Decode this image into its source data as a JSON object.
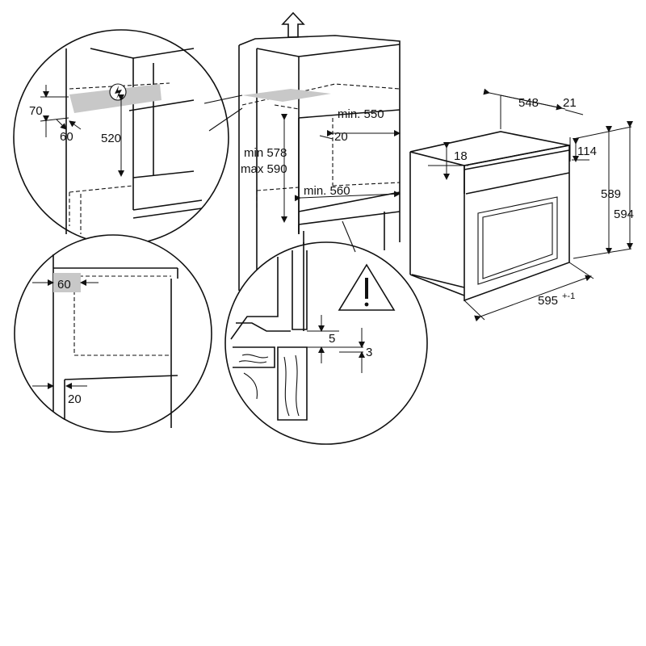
{
  "installation_diagram": {
    "labels": {
      "cab_min_550": "min. 550",
      "cab_20": "20",
      "cab_height_min": "min 578",
      "cab_height_max": "max 590",
      "cab_min_560": "min. 560",
      "oven_depth": "548",
      "oven_21": "21",
      "oven_18": "18",
      "oven_114": "114",
      "oven_height_589": "589",
      "oven_height_594": "594",
      "oven_width": "595",
      "oven_width_tol": "+-1",
      "c1_70": "70",
      "c1_60": "60",
      "c1_520": "520",
      "c2_60": "60",
      "c2_20": "20",
      "c3_5": "5",
      "c3_3": "3"
    },
    "icons": [
      "up-arrow-icon",
      "electric-warning-icon",
      "caution-triangle-icon"
    ]
  }
}
